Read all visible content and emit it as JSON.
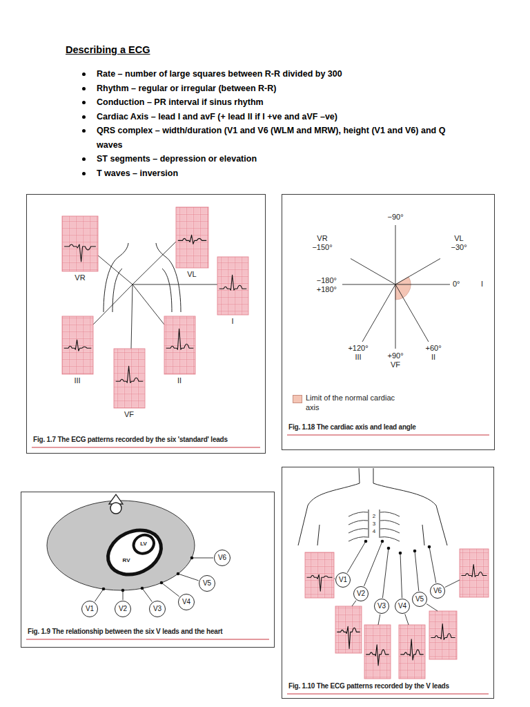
{
  "diagram": {
    "title": "Describing a ECG",
    "nodes": [
      {
        "text": [
          "Fig. 1.7 The ECG patterns recorded by the six 'standard' leads"
        ]
      },
      {
        "text": [
          "Fig. 1.18 The cardiac axis and lead angle"
        ]
      },
      {
        "text": [
          "Fig. 1.9 The relationship between the six V leads and the heart"
        ]
      },
      {
        "text": [
          "V1"
        ],
        "in": 2
      },
      {
        "text": [
          "V2"
        ],
        "in": 2
      },
      {
        "text": [
          "V3"
        ],
        "in": 2
      },
      {
        "text": [
          "V4"
        ],
        "in": 2
      },
      {
        "text": [
          "V5"
        ],
        "in": 2
      },
      {
        "text": [
          "V6"
        ],
        "in": 2
      },
      {
        "text": [
          "Fig. 1.10 The ECG patterns recorded by the V leads"
        ]
      },
      {
        "text": [
          "V1"
        ],
        "in": 9
      },
      {
        "text": [
          "V2"
        ],
        "in": 9
      },
      {
        "text": [
          "V3"
        ],
        "in": 9
      },
      {
        "text": [
          "V4"
        ],
        "in": 9
      },
      {
        "text": [
          "V5"
        ],
        "in": 9
      },
      {
        "text": [
          "V6"
        ],
        "in": 9
      }
    ],
    "labels": [
      "Rate – number of large squares between R-R divided by 300",
      "Rhythm – regular or irregular (between R-R)",
      "Conduction – PR interval if sinus rhythm",
      "Cardiac Axis – lead I and avF (+ lead II if I +ve and aVF –ve)",
      "QRS complex – width/duration (V1 and V6 (WLM and MRW), height (V1 and V6) and Q waves",
      "ST segments – depression or elevation",
      "T waves – inversion",
      "VR",
      "VL",
      "I",
      "III",
      "VF",
      "II",
      "−90°",
      "VR",
      "−150°",
      "VL",
      "−30°",
      "−180°",
      "+180°",
      "0°",
      "I",
      "+120°",
      "III",
      "+90°",
      "VF",
      "+60°",
      "II",
      "LV",
      "RV",
      "2",
      "3",
      "4"
    ],
    "legend": [
      {
        "text": "Limit of the normal cardiac axis",
        "color": "#f4c5b5"
      }
    ]
  }
}
